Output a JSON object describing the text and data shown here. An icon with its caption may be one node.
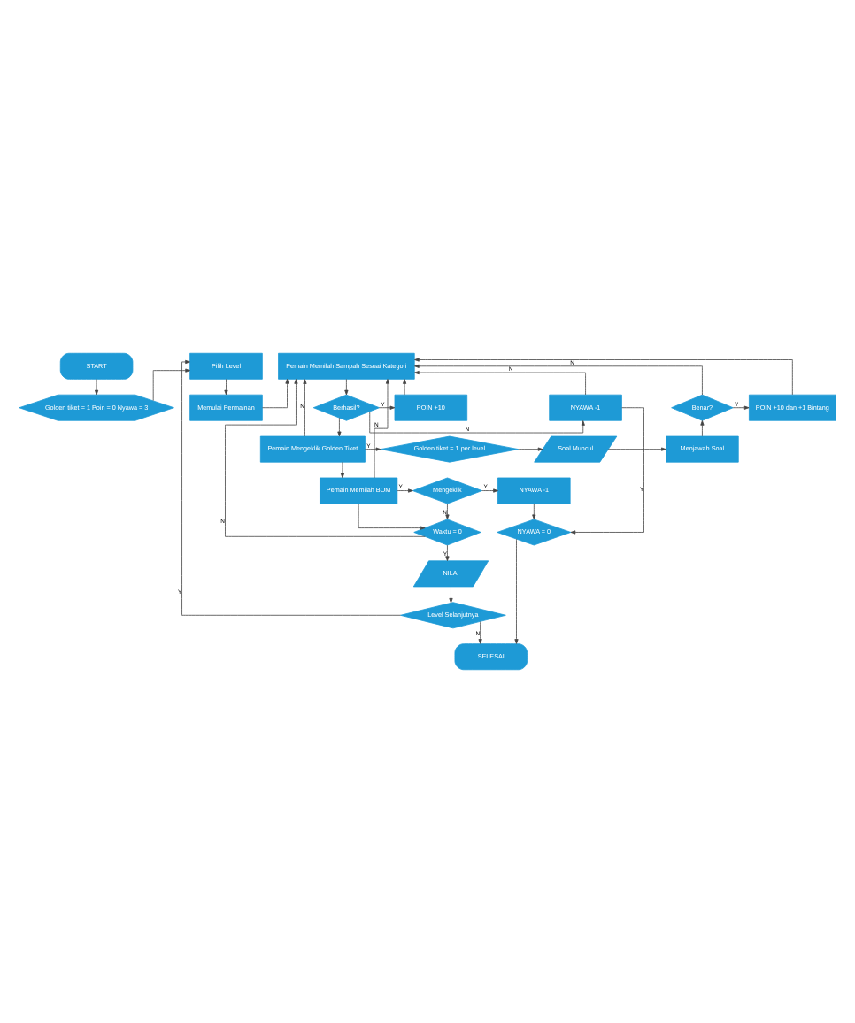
{
  "diagram": {
    "nodes": [
      {
        "text": [
          "START"
        ]
      },
      {
        "text": [
          "Golden tiket = 1 Poin = 0 Nyawa = 3"
        ]
      },
      {
        "text": [
          "Pilih Level"
        ]
      },
      {
        "text": [
          "Memulai Permainan"
        ]
      },
      {
        "text": [
          "Pemain Memilah Sampah Sesuai Kategori"
        ]
      },
      {
        "text": [
          "NYAWA -1"
        ]
      },
      {
        "text": [
          "Berhasil?"
        ]
      },
      {
        "text": [
          "POIN +10"
        ]
      },
      {
        "text": [
          "POIN +10 dan +1 Bintang"
        ]
      },
      {
        "text": [
          "Benar?"
        ]
      },
      {
        "text": [
          "Pemain Mengeklik Golden Tiket"
        ]
      },
      {
        "text": [
          "Golden tiket = 1 per level"
        ]
      },
      {
        "text": [
          "Soal Muncul"
        ]
      },
      {
        "text": [
          "Menjawab Soal"
        ]
      },
      {
        "text": [
          "Pemain Memilah BOM"
        ]
      },
      {
        "text": [
          "Mengeklik"
        ]
      },
      {
        "text": [
          "NYAWA -1"
        ]
      },
      {
        "text": [
          "Waktu = 0"
        ]
      },
      {
        "text": [
          "NILAI"
        ]
      },
      {
        "text": [
          "NYAWA = 0"
        ]
      },
      {
        "text": [
          "Level Selanjutnya"
        ]
      },
      {
        "text": [
          "SELESAI"
        ]
      }
    ],
    "edges": [
      {
        "from": 0,
        "to": 1,
        "arrow": "to"
      },
      {
        "from": 1,
        "to": 2,
        "arrow": "to"
      },
      {
        "from": 2,
        "to": 3,
        "arrow": "to"
      },
      {
        "from": 3,
        "to": 4,
        "arrow": "to"
      },
      {
        "from": 4,
        "to": 6,
        "arrow": "to"
      },
      {
        "from": 6,
        "to": 5,
        "arrow": "to",
        "label": "N"
      },
      {
        "from": 6,
        "to": 7,
        "arrow": "to",
        "label": "Y"
      },
      {
        "from": 7,
        "to": 4,
        "arrow": "to"
      },
      {
        "from": 5,
        "to": 4,
        "arrow": "to",
        "label": "N"
      },
      {
        "from": 6,
        "to": 10,
        "arrow": "to"
      },
      {
        "from": 10,
        "to": 11,
        "arrow": "to",
        "label": "Y"
      },
      {
        "from": 11,
        "to": 12,
        "arrow": "to"
      },
      {
        "from": 12,
        "to": 13,
        "arrow": "to"
      },
      {
        "from": 13,
        "to": 9,
        "arrow": "to"
      },
      {
        "from": 9,
        "to": 8,
        "arrow": "to",
        "label": "Y"
      },
      {
        "from": 9,
        "to": 4,
        "arrow": "to",
        "label": "N"
      },
      {
        "from": 8,
        "to": 4,
        "arrow": "to"
      },
      {
        "from": 10,
        "to": 4,
        "arrow": "to",
        "label": "N"
      },
      {
        "from": 10,
        "to": 14,
        "arrow": "to"
      },
      {
        "from": 14,
        "to": 15,
        "arrow": "to",
        "label": "Y"
      },
      {
        "from": 15,
        "to": 16,
        "arrow": "to",
        "label": "Y"
      },
      {
        "from": 14,
        "to": 4,
        "arrow": "to",
        "label": "N"
      },
      {
        "from": 14,
        "to": 17,
        "arrow": "to"
      },
      {
        "from": 15,
        "to": 17,
        "arrow": "to",
        "label": "N"
      },
      {
        "from": 17,
        "to": 4,
        "arrow": "to",
        "label": "N"
      },
      {
        "from": 17,
        "to": 18,
        "arrow": "to",
        "label": "Y"
      },
      {
        "from": 5,
        "to": 19,
        "arrow": "to",
        "label": "Y"
      },
      {
        "from": 16,
        "to": 19,
        "arrow": "to"
      },
      {
        "from": 18,
        "to": 20,
        "arrow": "to"
      },
      {
        "from": 20,
        "to": 2,
        "arrow": "to",
        "label": "Y"
      },
      {
        "from": 20,
        "to": 21,
        "arrow": "to",
        "label": "N"
      },
      {
        "from": 19,
        "to": 21,
        "arrow": "to"
      }
    ]
  }
}
